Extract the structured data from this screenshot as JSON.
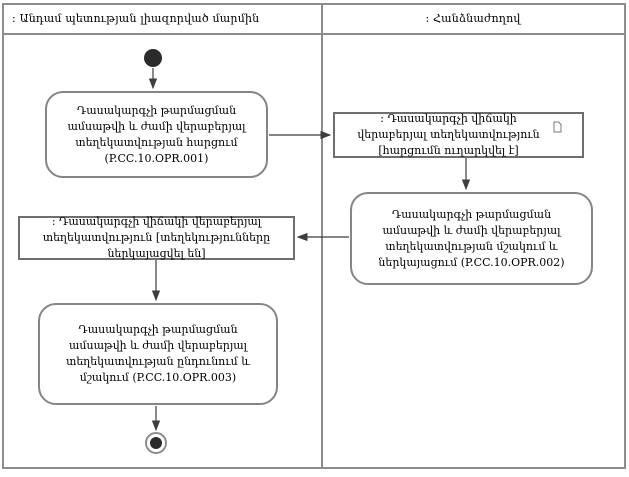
{
  "diagram": {
    "type": "uml-activity-diagram-with-swimlanes",
    "lanes": {
      "left": {
        "label": ": Անդամ պետության լիազորված մարմին"
      },
      "right": {
        "label": ": Հանձնաժողով"
      }
    },
    "nodes": {
      "start": {
        "type": "initial-node"
      },
      "activity1": {
        "label": "Դասակարգչի թարմացման ամսաթվի և ժամի վերաբերյալ տեղեկատվության հարցում (P.CC.10.OPR.001)"
      },
      "object_request": {
        "label": ": Դասակարգչի վիճակի վերաբերյալ տեղեկատվություն [հարցումն ուղարկվել է]",
        "icon": "object-marker-icon"
      },
      "activity2": {
        "label": "Դասակարգչի թարմացման ամսաթվի և ժամի վերաբերյալ տեղեկատվության մշակում և ներկայացում (P.CC.10.OPR.002)"
      },
      "object_response": {
        "label": ": Դասակարգչի վիճակի վերաբերյալ տեղեկատվություն [տեղեկությունները ներկայացվել են]"
      },
      "activity3": {
        "label": "Դասակարգչի թարմացման ամսաթվի և ժամի վերաբերյալ տեղեկատվության ընդունում և մշակում (P.CC.10.OPR.003)"
      },
      "end": {
        "type": "activity-final-node"
      }
    },
    "colors": {
      "frame_border": "#8c8c8c",
      "shape_border": "#7f7f7f",
      "arrow": "#3d3d3d",
      "node_fill": "#2b2b2b",
      "text": "#000000",
      "background": "#ffffff"
    }
  }
}
